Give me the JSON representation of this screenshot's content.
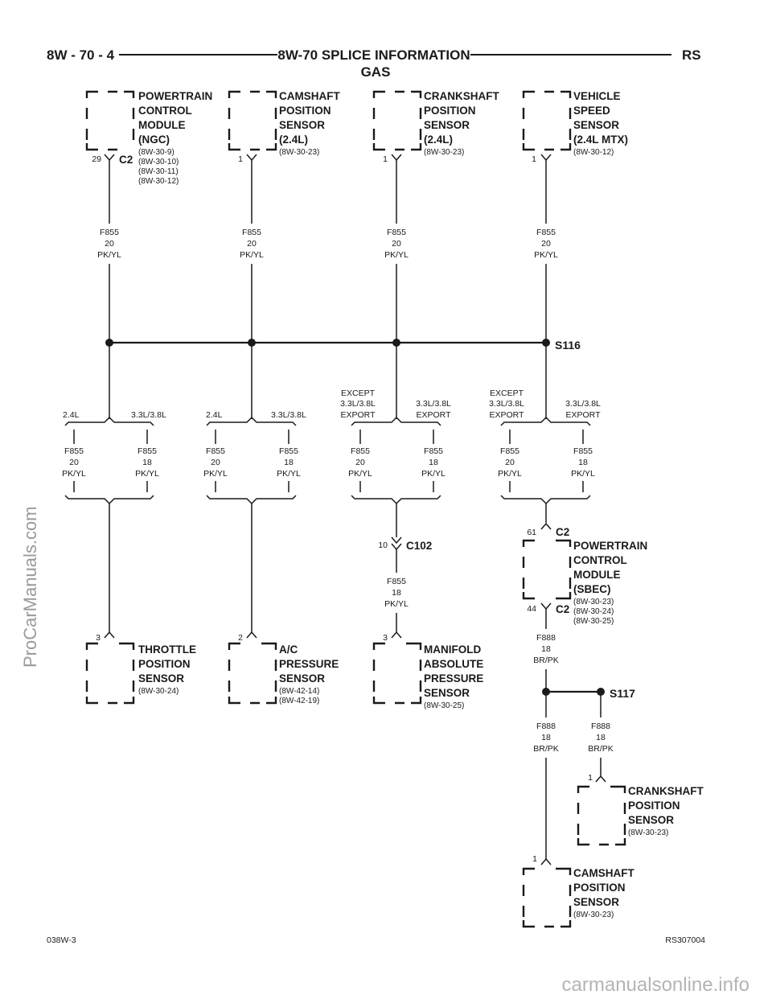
{
  "header": {
    "page_id": "8W - 70 - 4",
    "section_title": "8W-70 SPLICE INFORMATION",
    "subtitle": "GAS",
    "model": "RS"
  },
  "components": {
    "pcm_ngc": {
      "lines": [
        "POWERTRAIN",
        "CONTROL",
        "MODULE",
        "(NGC)"
      ],
      "refs": [
        "(8W-30-9)",
        "(8W-30-10)",
        "(8W-30-11)",
        "(8W-30-12)"
      ],
      "pin": "29",
      "connector": "C2"
    },
    "cmp_top": {
      "lines": [
        "CAMSHAFT",
        "POSITION",
        "SENSOR",
        "(2.4L)"
      ],
      "refs": [
        "(8W-30-23)"
      ],
      "pin": "1"
    },
    "ckp_top": {
      "lines": [
        "CRANKSHAFT",
        "POSITION",
        "SENSOR",
        "(2.4L)"
      ],
      "refs": [
        "(8W-30-23)"
      ],
      "pin": "1"
    },
    "vss": {
      "lines": [
        "VEHICLE",
        "SPEED",
        "SENSOR",
        "(2.4L MTX)"
      ],
      "refs": [
        "(8W-30-12)"
      ],
      "pin": "1"
    },
    "tps": {
      "lines": [
        "THROTTLE",
        "POSITION",
        "SENSOR"
      ],
      "refs": [
        "(8W-30-24)"
      ],
      "pin": "3"
    },
    "ac_pressure": {
      "lines": [
        "A/C",
        "PRESSURE",
        "SENSOR"
      ],
      "refs": [
        "(8W-42-14)",
        "(8W-42-19)"
      ],
      "pin": "2"
    },
    "map": {
      "lines": [
        "MANIFOLD",
        "ABSOLUTE",
        "PRESSURE",
        "SENSOR"
      ],
      "refs": [
        "(8W-30-25)"
      ],
      "pin": "3"
    },
    "pcm_sbec": {
      "lines": [
        "POWERTRAIN",
        "CONTROL",
        "MODULE",
        "(SBEC)"
      ],
      "refs": [
        "(8W-30-23)",
        "(8W-30-24)",
        "(8W-30-25)"
      ],
      "pin_top": "61",
      "connector_top": "C2",
      "pin_bottom": "44",
      "connector_bottom": "C2"
    },
    "ckp_bottom": {
      "lines": [
        "CRANKSHAFT",
        "POSITION",
        "SENSOR"
      ],
      "refs": [
        "(8W-30-23)"
      ],
      "pin": "1"
    },
    "cmp_bottom": {
      "lines": [
        "CAMSHAFT",
        "POSITION",
        "SENSOR"
      ],
      "refs": [
        "(8W-30-23)"
      ],
      "pin": "1"
    }
  },
  "wires": {
    "w_top": {
      "circuit": "F855",
      "gauge": "20",
      "color": "PK/YL"
    },
    "w_18": {
      "circuit": "F855",
      "gauge": "18",
      "color": "PK/YL"
    },
    "w_888": {
      "circuit": "F888",
      "gauge": "18",
      "color": "BR/PK"
    }
  },
  "splices": {
    "s116": "S116",
    "s117": "S117"
  },
  "branch_labels": {
    "l24": "2.4L",
    "l3338": "3.3L/3.8L",
    "except": [
      "EXCEPT",
      "3.3L/3.8L",
      "EXPORT"
    ],
    "export": [
      "3.3L/3.8L",
      "EXPORT"
    ]
  },
  "c102": {
    "pin": "10",
    "connector": "C102"
  },
  "footer": {
    "left": "038W-3",
    "right": "RS307004"
  },
  "watermark": {
    "side": "ProCarManuals.com",
    "bottom": "carmanualsonline.info"
  }
}
